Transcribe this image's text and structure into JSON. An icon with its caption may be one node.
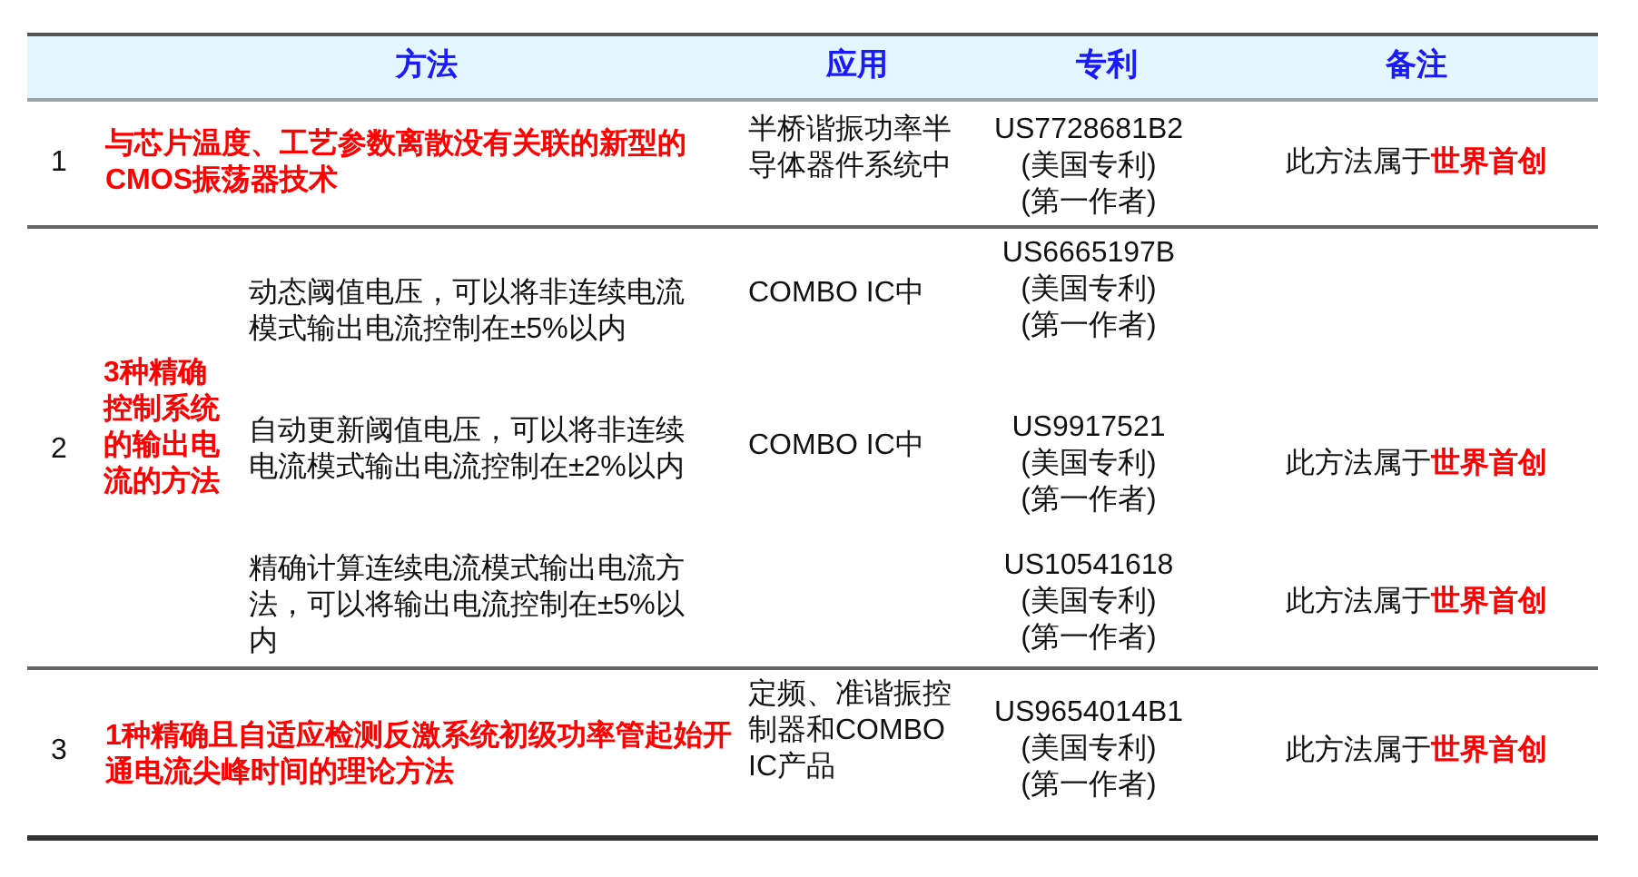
{
  "diagram": {
    "labels": [
      "方法",
      "应用",
      "专利",
      "备注",
      "1",
      "与芯片温度、工艺参数离散没有关联的新型的CMOS振荡器技术",
      "半桥谐振功率半导体器件系统中",
      "US7728681B2 (美国专利) (第一作者)",
      "此方法属于**世界首创**",
      "2",
      "3种精确控制系统的输出电流的方法",
      "动态阈值电压，可以将非连续电流模式输出电流控制在±5%以内",
      "COMBO IC中",
      "US6665197B (美国专利) (第一作者)",
      "自动更新阈值电压，可以将非连续电流模式输出电流控制在±2%以内",
      "COMBO IC中",
      "US9917521 (美国专利) (第一作者)",
      "此方法属于**世界首创**",
      "精确计算连续电流模式输出电流方法，可以将输出电流控制在±5%以内",
      "US10541618 (美国专利) (第一作者)",
      "此方法属于**世界首创**",
      "3",
      "1种精确且自适应检测反激系统初级功率管起始开通电流尖峰时间的理论方法",
      "定频、准谐振控制器和COMBO IC产品",
      "US9654014B1 (美国专利) (第一作者)",
      "此方法属于**世界首创**"
    ]
  }
}
